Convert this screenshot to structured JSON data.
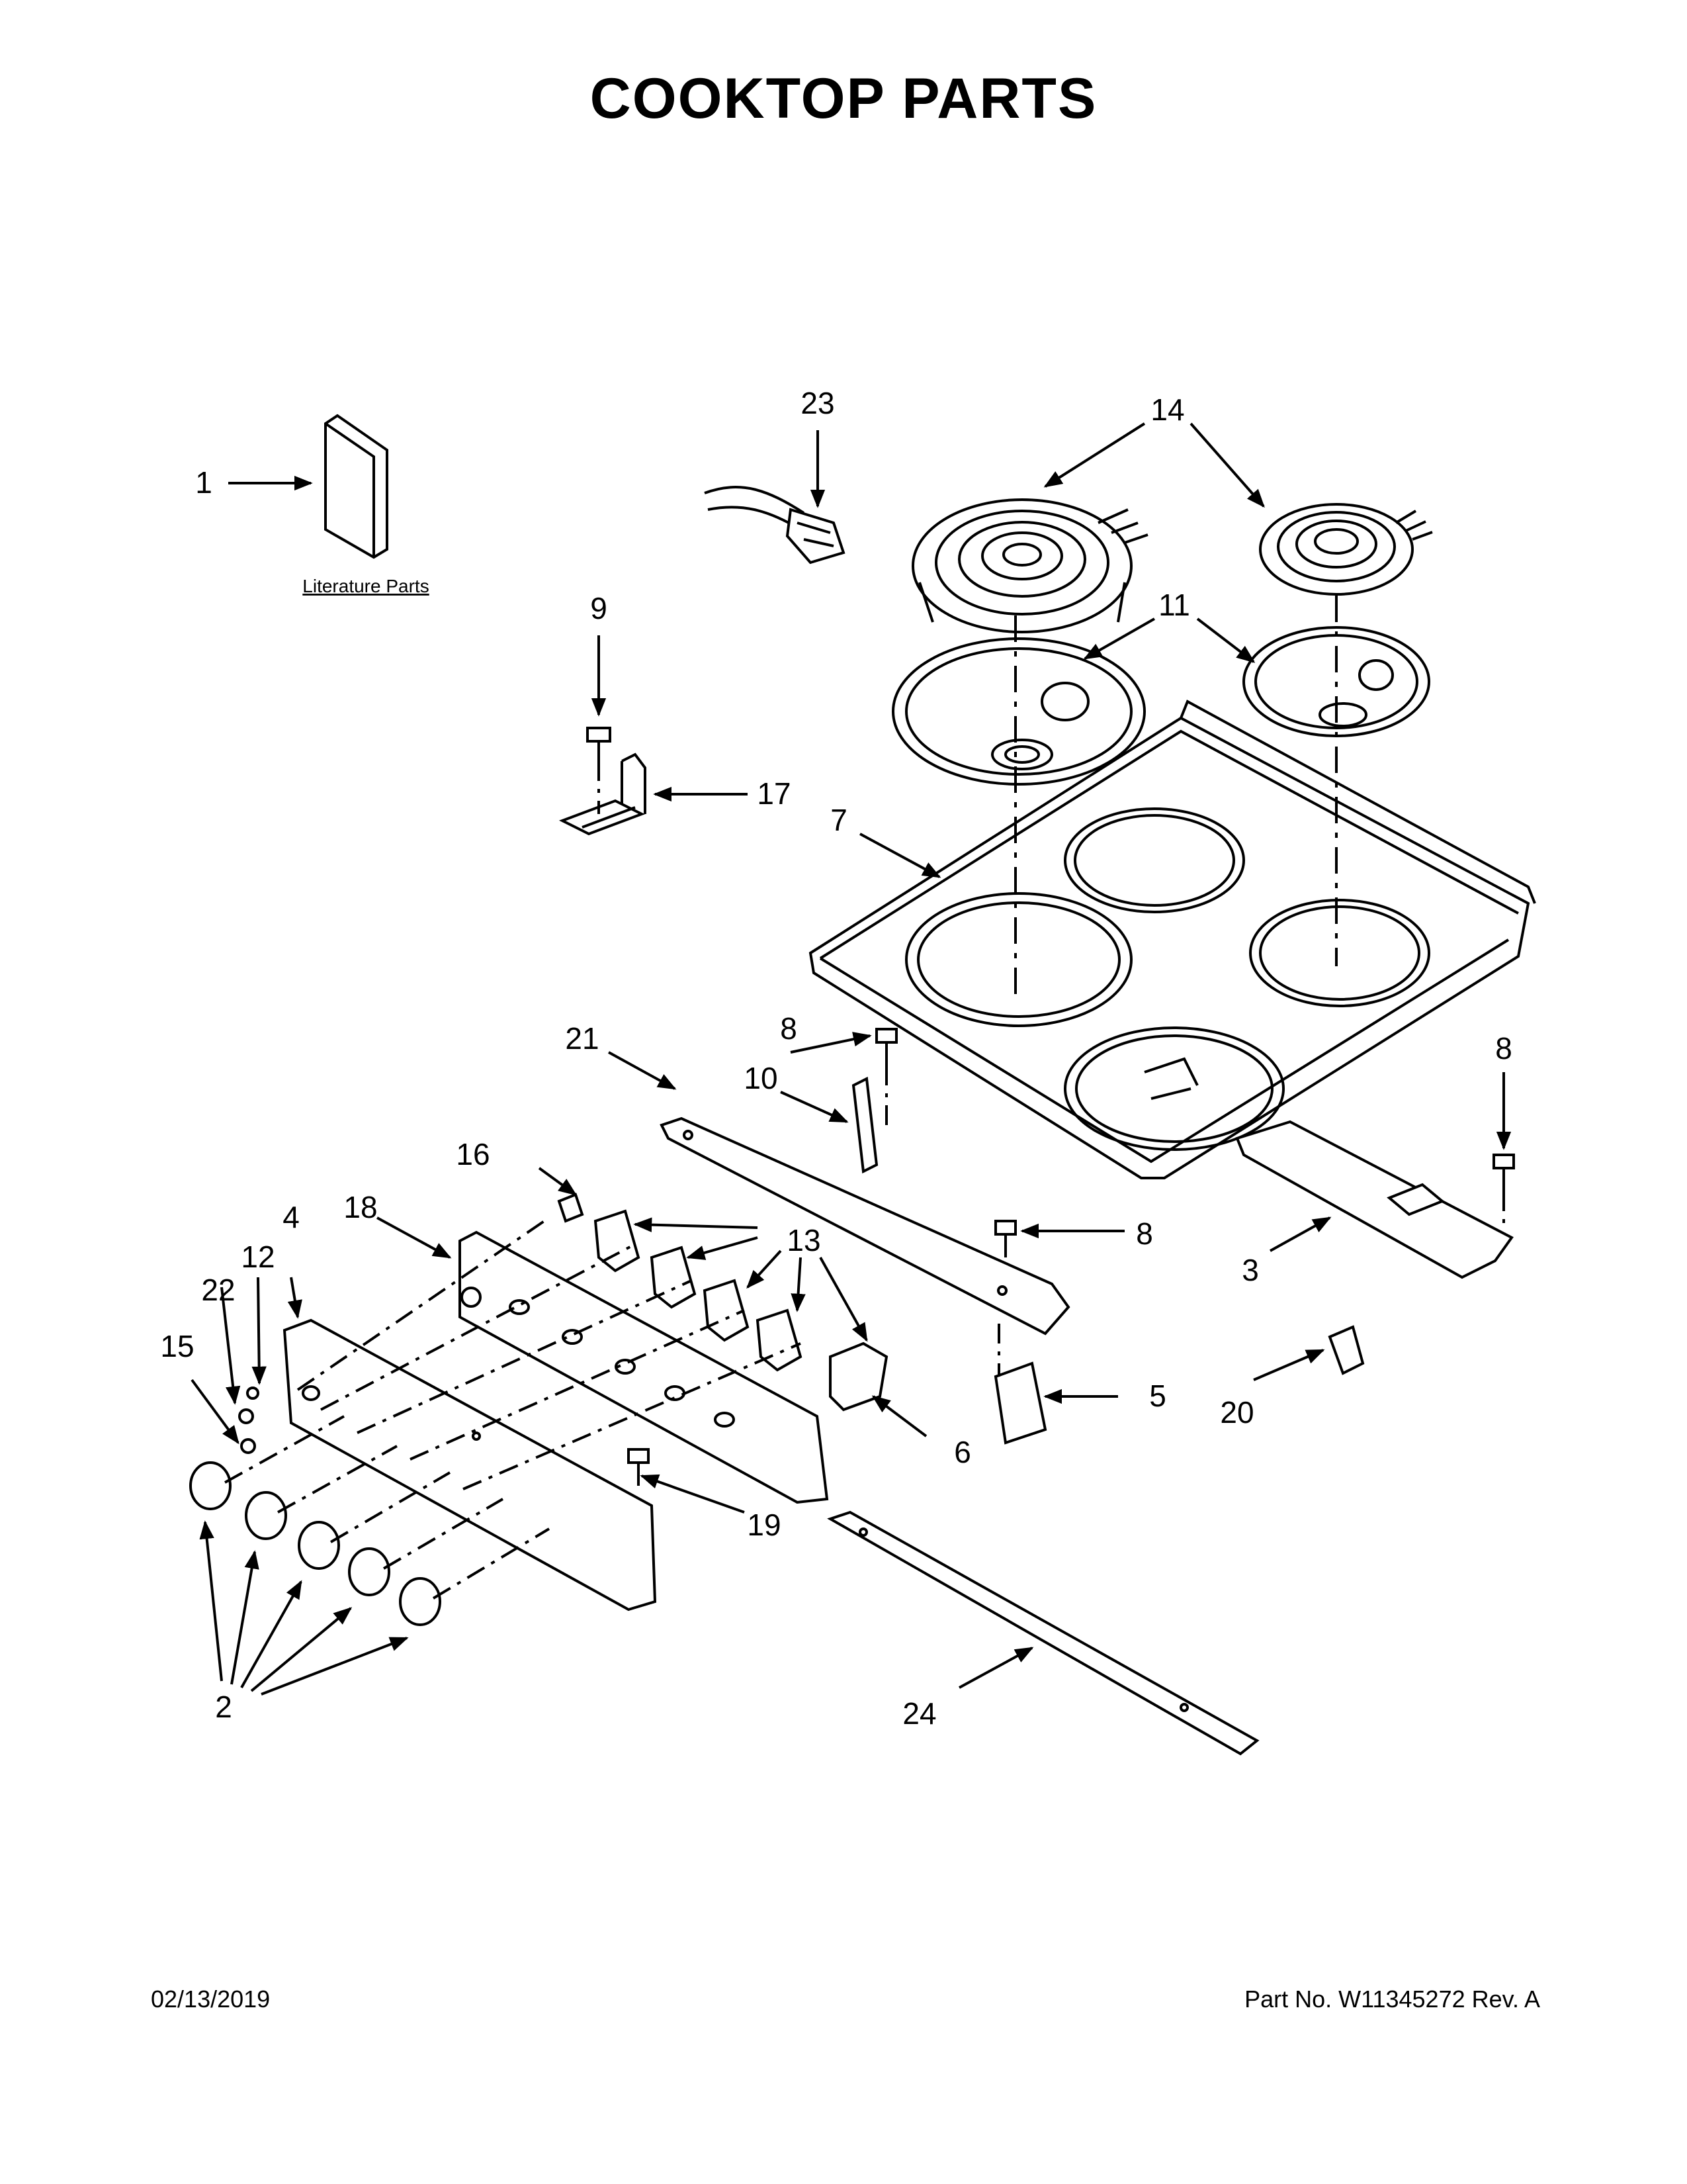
{
  "title": "COOKTOP PARTS",
  "literature_label": "Literature Parts",
  "callouts": {
    "c1": "1",
    "c2": "2",
    "c3": "3",
    "c4": "4",
    "c5": "5",
    "c6": "6",
    "c7": "7",
    "c8a": "8",
    "c8b": "8",
    "c8c": "8",
    "c9": "9",
    "c10": "10",
    "c11": "11",
    "c12": "12",
    "c13": "13",
    "c14": "14",
    "c15": "15",
    "c16": "16",
    "c17": "17",
    "c18": "18",
    "c19": "19",
    "c20": "20",
    "c21": "21",
    "c22": "22",
    "c23": "23",
    "c24": "24"
  },
  "footer": {
    "date": "02/13/2019",
    "part": "Part No.  W11345272  Rev.  A"
  }
}
